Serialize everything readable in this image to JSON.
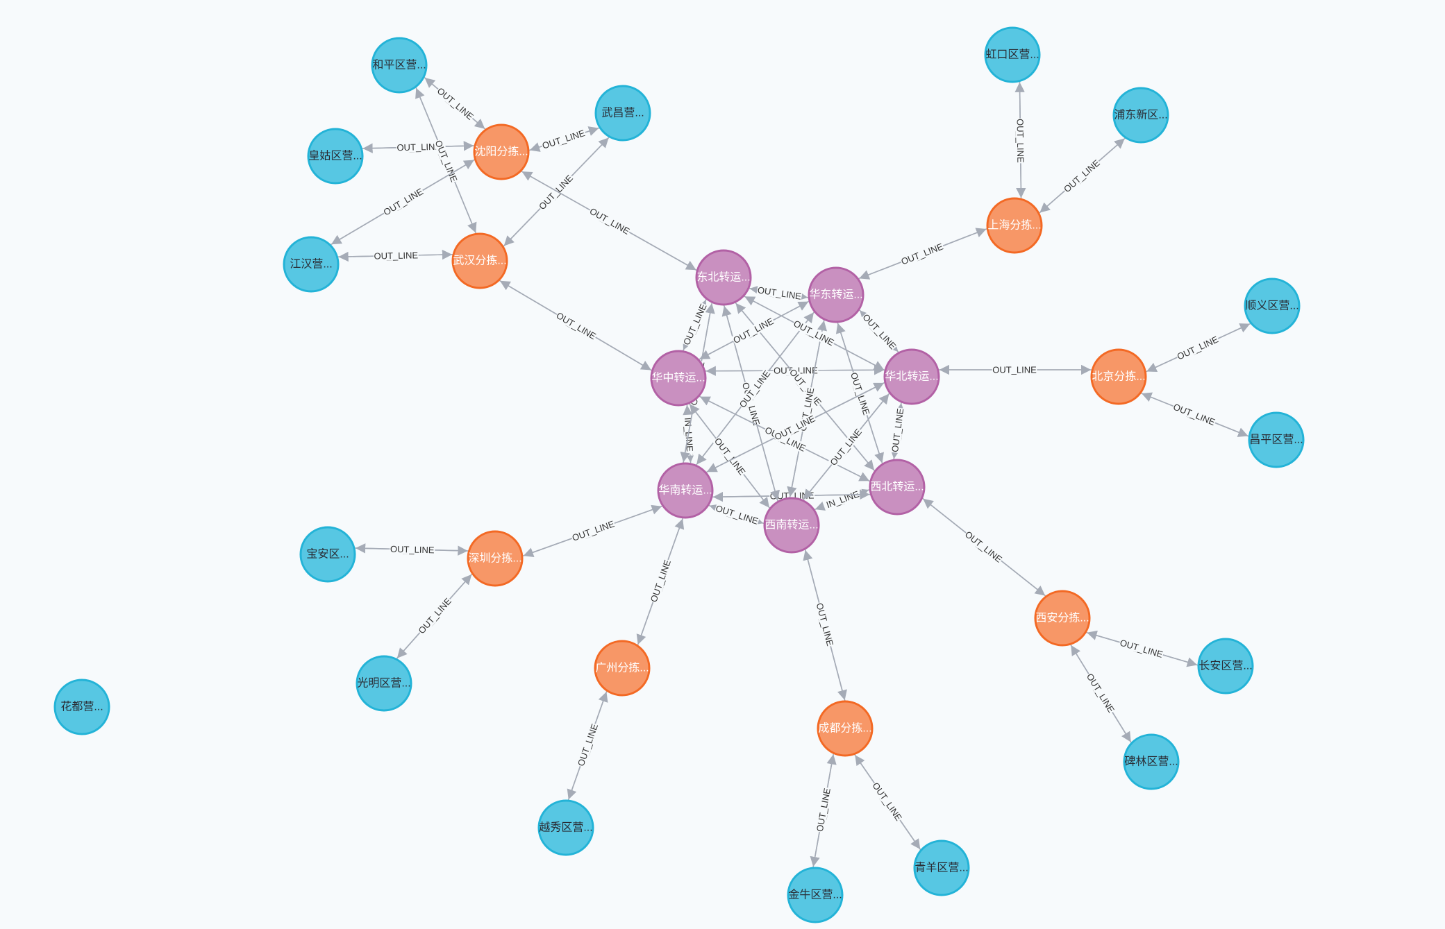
{
  "graph": {
    "styles": {
      "hub": {
        "fill": "#c990c0",
        "stroke": "#b261a5",
        "text": "#ffffff"
      },
      "branch": {
        "fill": "#f79767",
        "stroke": "#f36924",
        "text": "#ffffff"
      },
      "outlet": {
        "fill": "#57c7e3",
        "stroke": "#23b3d7",
        "text": "#2a2c34"
      },
      "edge": "#a5abb6"
    },
    "relationship_types": [
      "IN_LINE",
      "OUT_LINE"
    ],
    "nodes": [
      {
        "id": "hub_dongbei",
        "type": "hub",
        "label": "东北转运..."
      },
      {
        "id": "hub_huadong",
        "type": "hub",
        "label": "华东转运..."
      },
      {
        "id": "hub_huazhong",
        "type": "hub",
        "label": "华中转运..."
      },
      {
        "id": "hub_huabei",
        "type": "hub",
        "label": "华北转运..."
      },
      {
        "id": "hub_huanan",
        "type": "hub",
        "label": "华南转运..."
      },
      {
        "id": "hub_xibei",
        "type": "hub",
        "label": "西北转运..."
      },
      {
        "id": "hub_xinan",
        "type": "hub",
        "label": "西南转运..."
      },
      {
        "id": "br_shenyang",
        "type": "branch",
        "label": "沈阳分拣..."
      },
      {
        "id": "br_wuhan",
        "type": "branch",
        "label": "武汉分拣..."
      },
      {
        "id": "br_shanghai",
        "type": "branch",
        "label": "上海分拣..."
      },
      {
        "id": "br_beijing",
        "type": "branch",
        "label": "北京分拣..."
      },
      {
        "id": "br_shenzhen",
        "type": "branch",
        "label": "深圳分拣..."
      },
      {
        "id": "br_guangzhou",
        "type": "branch",
        "label": "广州分拣..."
      },
      {
        "id": "br_chengdu",
        "type": "branch",
        "label": "成都分拣..."
      },
      {
        "id": "br_xian",
        "type": "branch",
        "label": "西安分拣..."
      },
      {
        "id": "o_heping",
        "type": "outlet",
        "label": "和平区营..."
      },
      {
        "id": "o_huanggu",
        "type": "outlet",
        "label": "皇姑区营..."
      },
      {
        "id": "o_jianghan",
        "type": "outlet",
        "label": "江汉营..."
      },
      {
        "id": "o_wuchang",
        "type": "outlet",
        "label": "武昌营..."
      },
      {
        "id": "o_hongkou",
        "type": "outlet",
        "label": "虹口区营..."
      },
      {
        "id": "o_pudong",
        "type": "outlet",
        "label": "浦东新区..."
      },
      {
        "id": "o_shunyi",
        "type": "outlet",
        "label": "顺义区营..."
      },
      {
        "id": "o_changping",
        "type": "outlet",
        "label": "昌平区营..."
      },
      {
        "id": "o_baoan",
        "type": "outlet",
        "label": "宝安区..."
      },
      {
        "id": "o_guangming",
        "type": "outlet",
        "label": "光明区营..."
      },
      {
        "id": "o_huadu",
        "type": "outlet",
        "label": "花都营..."
      },
      {
        "id": "o_yuexiu",
        "type": "outlet",
        "label": "越秀区营..."
      },
      {
        "id": "o_jinniu",
        "type": "outlet",
        "label": "金牛区营..."
      },
      {
        "id": "o_qingyang",
        "type": "outlet",
        "label": "青羊区营..."
      },
      {
        "id": "o_changan",
        "type": "outlet",
        "label": "长安区营..."
      },
      {
        "id": "o_beilin",
        "type": "outlet",
        "label": "碑林区营..."
      }
    ],
    "edges": [
      {
        "from": "o_heping",
        "to": "br_shenyang",
        "type": "IN_LINE"
      },
      {
        "from": "br_shenyang",
        "to": "o_heping",
        "type": "OUT_LINE"
      },
      {
        "from": "o_huanggu",
        "to": "br_shenyang",
        "type": "IN_LINE"
      },
      {
        "from": "br_shenyang",
        "to": "o_huanggu",
        "type": "OUT_LINE"
      },
      {
        "from": "o_wuchang",
        "to": "br_shenyang",
        "type": "IN_LINE"
      },
      {
        "from": "br_shenyang",
        "to": "o_wuchang",
        "type": "OUT_LINE"
      },
      {
        "from": "o_heping",
        "to": "br_wuhan",
        "type": "IN_LINE"
      },
      {
        "from": "br_wuhan",
        "to": "o_heping",
        "type": "OUT_LINE"
      },
      {
        "from": "o_jianghan",
        "to": "br_wuhan",
        "type": "IN_LINE"
      },
      {
        "from": "br_wuhan",
        "to": "o_jianghan",
        "type": "OUT_LINE"
      },
      {
        "from": "o_jianghan",
        "to": "br_shenyang",
        "type": "IN_LINE"
      },
      {
        "from": "br_shenyang",
        "to": "o_jianghan",
        "type": "OUT_LINE"
      },
      {
        "from": "o_wuchang",
        "to": "br_wuhan",
        "type": "IN_LINE"
      },
      {
        "from": "br_wuhan",
        "to": "o_wuchang",
        "type": "OUT_LINE"
      },
      {
        "from": "br_shenyang",
        "to": "hub_dongbei",
        "type": "IN_LINE"
      },
      {
        "from": "hub_dongbei",
        "to": "br_shenyang",
        "type": "OUT_LINE"
      },
      {
        "from": "br_wuhan",
        "to": "hub_huazhong",
        "type": "IN_LINE"
      },
      {
        "from": "hub_huazhong",
        "to": "br_wuhan",
        "type": "OUT_LINE"
      },
      {
        "from": "br_shanghai",
        "to": "hub_huadong",
        "type": "IN_LINE"
      },
      {
        "from": "hub_huadong",
        "to": "br_shanghai",
        "type": "OUT_LINE"
      },
      {
        "from": "o_hongkou",
        "to": "br_shanghai",
        "type": "IN_LINE"
      },
      {
        "from": "br_shanghai",
        "to": "o_hongkou",
        "type": "OUT_LINE"
      },
      {
        "from": "o_pudong",
        "to": "br_shanghai",
        "type": "IN_LINE"
      },
      {
        "from": "br_shanghai",
        "to": "o_pudong",
        "type": "OUT_LINE"
      },
      {
        "from": "br_beijing",
        "to": "hub_huabei",
        "type": "IN_LINE"
      },
      {
        "from": "hub_huabei",
        "to": "br_beijing",
        "type": "OUT_LINE"
      },
      {
        "from": "o_shunyi",
        "to": "br_beijing",
        "type": "IN_LINE"
      },
      {
        "from": "br_beijing",
        "to": "o_shunyi",
        "type": "OUT_LINE"
      },
      {
        "from": "o_changping",
        "to": "br_beijing",
        "type": "IN_LINE"
      },
      {
        "from": "br_beijing",
        "to": "o_changping",
        "type": "OUT_LINE"
      },
      {
        "from": "br_shenzhen",
        "to": "hub_huanan",
        "type": "IN_LINE"
      },
      {
        "from": "hub_huanan",
        "to": "br_shenzhen",
        "type": "OUT_LINE"
      },
      {
        "from": "o_baoan",
        "to": "br_shenzhen",
        "type": "IN_LINE"
      },
      {
        "from": "br_shenzhen",
        "to": "o_baoan",
        "type": "OUT_LINE"
      },
      {
        "from": "o_guangming",
        "to": "br_shenzhen",
        "type": "IN_LINE"
      },
      {
        "from": "br_shenzhen",
        "to": "o_guangming",
        "type": "OUT_LINE"
      },
      {
        "from": "br_guangzhou",
        "to": "hub_huanan",
        "type": "IN_LINE"
      },
      {
        "from": "hub_huanan",
        "to": "br_guangzhou",
        "type": "OUT_LINE"
      },
      {
        "from": "o_yuexiu",
        "to": "br_guangzhou",
        "type": "IN_LINE"
      },
      {
        "from": "br_guangzhou",
        "to": "o_yuexiu",
        "type": "OUT_LINE"
      },
      {
        "from": "br_chengdu",
        "to": "hub_xinan",
        "type": "IN_LINE"
      },
      {
        "from": "hub_xinan",
        "to": "br_chengdu",
        "type": "OUT_LINE"
      },
      {
        "from": "o_jinniu",
        "to": "br_chengdu",
        "type": "IN_LINE"
      },
      {
        "from": "br_chengdu",
        "to": "o_jinniu",
        "type": "OUT_LINE"
      },
      {
        "from": "o_qingyang",
        "to": "br_chengdu",
        "type": "IN_LINE"
      },
      {
        "from": "br_chengdu",
        "to": "o_qingyang",
        "type": "OUT_LINE"
      },
      {
        "from": "br_xian",
        "to": "hub_xibei",
        "type": "IN_LINE"
      },
      {
        "from": "hub_xibei",
        "to": "br_xian",
        "type": "OUT_LINE"
      },
      {
        "from": "o_changan",
        "to": "br_xian",
        "type": "IN_LINE"
      },
      {
        "from": "br_xian",
        "to": "o_changan",
        "type": "OUT_LINE"
      },
      {
        "from": "o_beilin",
        "to": "br_xian",
        "type": "IN_LINE"
      },
      {
        "from": "br_xian",
        "to": "o_beilin",
        "type": "OUT_LINE"
      },
      {
        "from": "hub_dongbei",
        "to": "hub_huadong",
        "type": "IN_LINE"
      },
      {
        "from": "hub_huadong",
        "to": "hub_dongbei",
        "type": "OUT_LINE"
      },
      {
        "from": "hub_huazhong",
        "to": "hub_dongbei",
        "type": "IN_LINE"
      },
      {
        "from": "hub_dongbei",
        "to": "hub_huazhong",
        "type": "OUT_LINE"
      },
      {
        "from": "hub_huazhong",
        "to": "hub_huabei",
        "type": "IN_LINE"
      },
      {
        "from": "hub_huabei",
        "to": "hub_huazhong",
        "type": "OUT_LINE"
      },
      {
        "from": "hub_huazhong",
        "to": "hub_huanan",
        "type": "OUT_LINE"
      },
      {
        "from": "hub_huanan",
        "to": "hub_huazhong",
        "type": "IN_LINE"
      },
      {
        "from": "hub_huanan",
        "to": "hub_xinan",
        "type": "IN_LINE"
      },
      {
        "from": "hub_xinan",
        "to": "hub_huanan",
        "type": "OUT_LINE"
      },
      {
        "from": "hub_xinan",
        "to": "hub_xibei",
        "type": "OUT_LINE"
      },
      {
        "from": "hub_xibei",
        "to": "hub_xinan",
        "type": "IN_LINE"
      },
      {
        "from": "hub_huanan",
        "to": "hub_xibei",
        "type": "IN_LINE"
      },
      {
        "from": "hub_xibei",
        "to": "hub_huanan",
        "type": "OUT_LINE"
      },
      {
        "from": "hub_xibei",
        "to": "hub_huabei",
        "type": "IN_LINE"
      },
      {
        "from": "hub_huabei",
        "to": "hub_xibei",
        "type": "OUT_LINE"
      },
      {
        "from": "hub_huadong",
        "to": "hub_huabei",
        "type": "IN_LINE"
      },
      {
        "from": "hub_huabei",
        "to": "hub_huadong",
        "type": "OUT_LINE"
      },
      {
        "from": "hub_dongbei",
        "to": "hub_huanan",
        "type": "IN_LINE"
      },
      {
        "from": "hub_huanan",
        "to": "hub_dongbei",
        "type": "OUT_LINE"
      },
      {
        "from": "hub_dongbei",
        "to": "hub_xinan",
        "type": "IN_LINE"
      },
      {
        "from": "hub_xinan",
        "to": "hub_dongbei",
        "type": "OUT_LINE"
      },
      {
        "from": "hub_dongbei",
        "to": "hub_xibei",
        "type": "IN_LINE"
      },
      {
        "from": "hub_xibei",
        "to": "hub_dongbei",
        "type": "OUT_LINE"
      },
      {
        "from": "hub_huadong",
        "to": "hub_huazhong",
        "type": "IN_LINE"
      },
      {
        "from": "hub_huazhong",
        "to": "hub_huadong",
        "type": "OUT_LINE"
      },
      {
        "from": "hub_huadong",
        "to": "hub_huanan",
        "type": "IN_LINE"
      },
      {
        "from": "hub_huanan",
        "to": "hub_huadong",
        "type": "OUT_LINE"
      },
      {
        "from": "hub_huadong",
        "to": "hub_xinan",
        "type": "IN_LINE"
      },
      {
        "from": "hub_xinan",
        "to": "hub_huadong",
        "type": "OUT_LINE"
      },
      {
        "from": "hub_huadong",
        "to": "hub_xibei",
        "type": "IN_LINE"
      },
      {
        "from": "hub_xibei",
        "to": "hub_huadong",
        "type": "OUT_LINE"
      },
      {
        "from": "hub_huazhong",
        "to": "hub_xinan",
        "type": "IN_LINE"
      },
      {
        "from": "hub_xinan",
        "to": "hub_huazhong",
        "type": "OUT_LINE"
      },
      {
        "from": "hub_huazhong",
        "to": "hub_xibei",
        "type": "IN_LINE"
      },
      {
        "from": "hub_xibei",
        "to": "hub_huazhong",
        "type": "OUT_LINE"
      },
      {
        "from": "hub_huabei",
        "to": "hub_dongbei",
        "type": "IN_LINE"
      },
      {
        "from": "hub_dongbei",
        "to": "hub_huabei",
        "type": "OUT_LINE"
      },
      {
        "from": "hub_huabei",
        "to": "hub_huanan",
        "type": "IN_LINE"
      },
      {
        "from": "hub_huanan",
        "to": "hub_huabei",
        "type": "OUT_LINE"
      },
      {
        "from": "hub_huabei",
        "to": "hub_xinan",
        "type": "IN_LINE"
      },
      {
        "from": "hub_xinan",
        "to": "hub_huabei",
        "type": "OUT_LINE"
      }
    ]
  }
}
